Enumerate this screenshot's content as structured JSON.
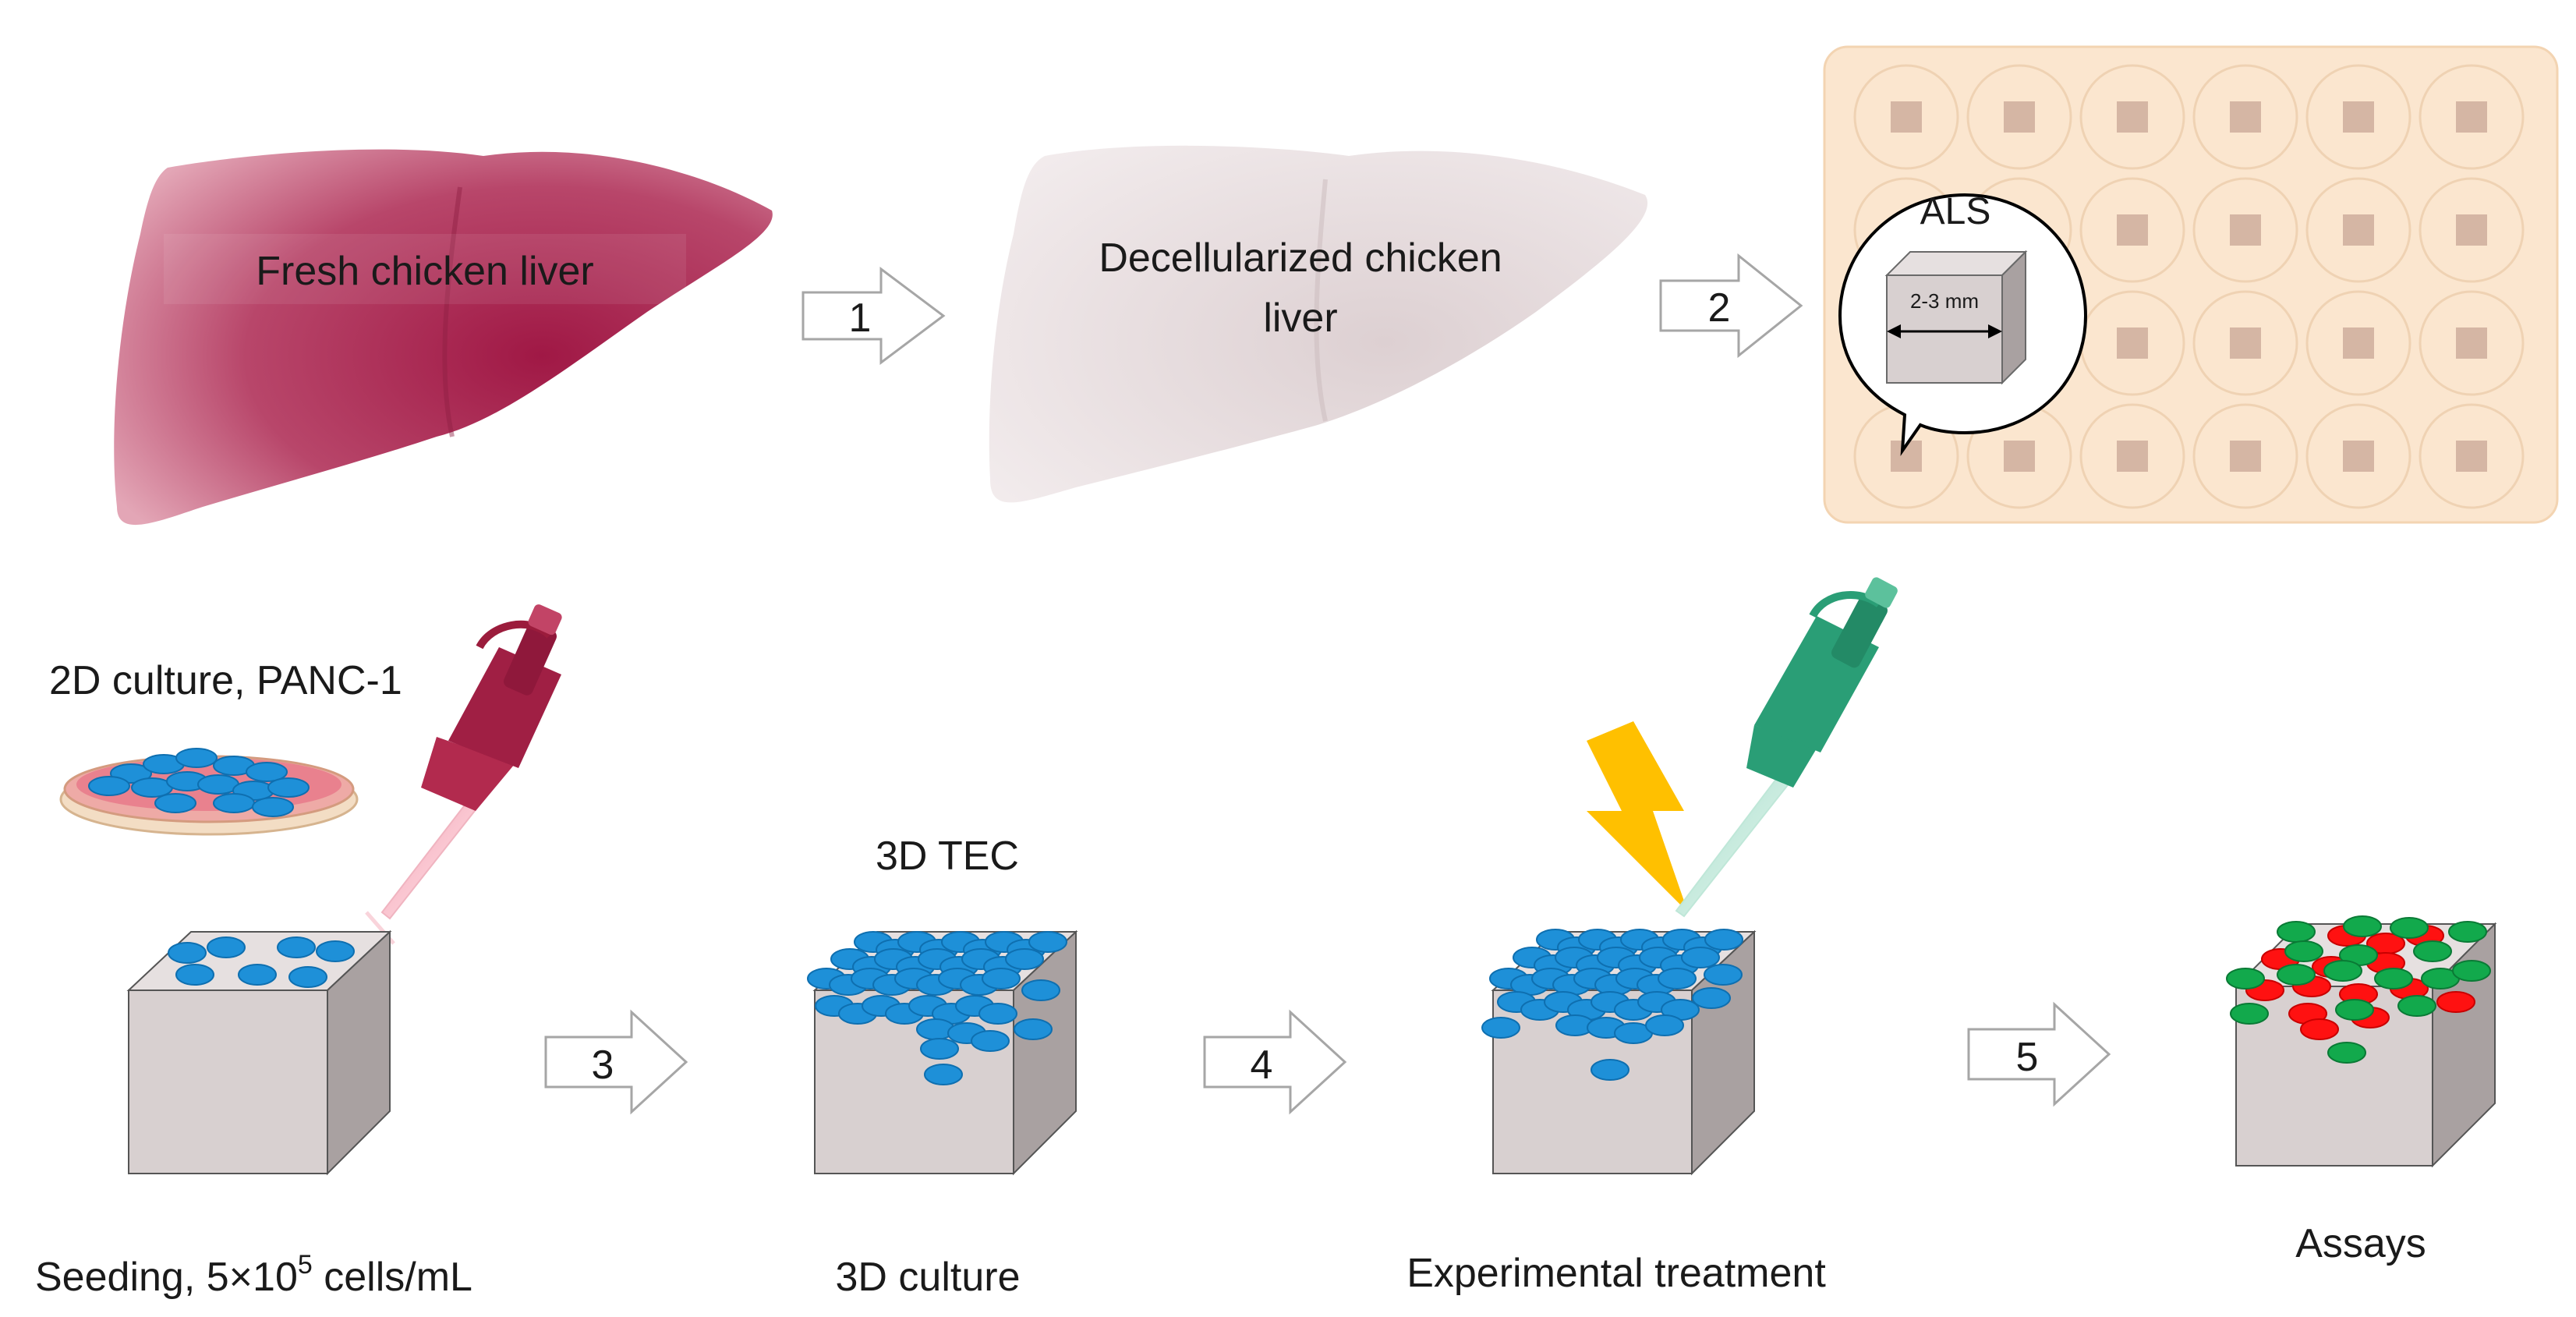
{
  "liver_fresh": {
    "label": "Fresh chicken liver"
  },
  "liver_decell": {
    "label_line1": "Decellularized chicken",
    "label_line2": "liver"
  },
  "steps": [
    "1",
    "2",
    "3",
    "4",
    "5"
  ],
  "plate_callout": {
    "title": "ALS",
    "dimension": "2-3 mm"
  },
  "culture_2d": {
    "label": "2D culture, PANC-1"
  },
  "tec_label": "3D TEC",
  "bottom_labels": {
    "seeding_prefix": "Seeding, 5×10",
    "seeding_exp": "5",
    "seeding_suffix": " cells/mL",
    "culture_3d": "3D culture",
    "treatment": "Experimental treatment",
    "assays": "Assays"
  },
  "colors": {
    "fresh_liver": "#b03558",
    "decell_liver": "#e8dede",
    "plate": "#fbe6cf",
    "cube_front": "#d8d0d0",
    "cube_side": "#a9a1a1",
    "cell_blue": "#1e90d8",
    "cell_red": "#ff1111",
    "cell_green": "#12a94c",
    "lightning": "#ffc000",
    "pipette_red": "#9b1c3c",
    "pipette_green": "#2a9e76"
  }
}
